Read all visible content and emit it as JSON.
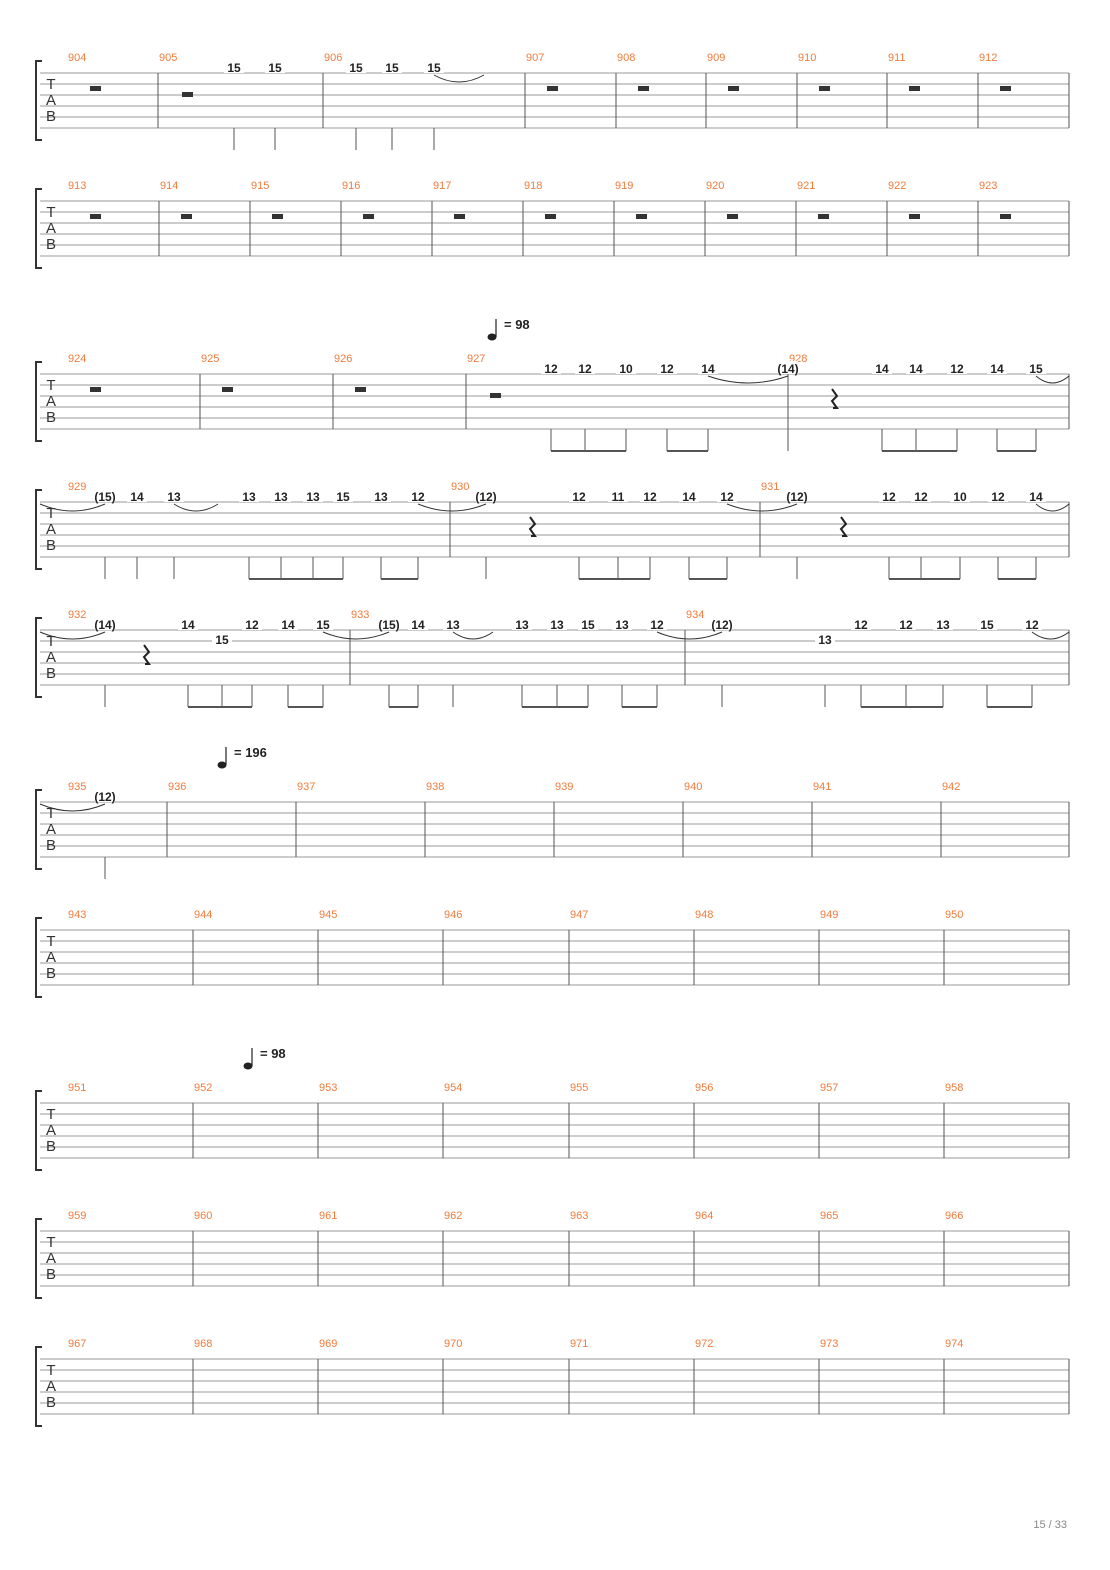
{
  "page": {
    "number": "15 / 33"
  },
  "colors": {
    "measure_number": "#f07c3c",
    "ink": "#222222",
    "staff": "#9a9a9a"
  },
  "tempo_markings": [
    {
      "label": "= 98",
      "system": 2,
      "before_measure": "927"
    },
    {
      "label": "= 196",
      "system": 5,
      "before_measure": "936"
    },
    {
      "label": "= 98",
      "system": 7,
      "before_measure": "952"
    }
  ],
  "systems": [
    {
      "measures": [
        "904",
        "905",
        "906",
        "907",
        "908",
        "909",
        "910",
        "911",
        "912"
      ],
      "notes": [
        {
          "t": "15",
          "m": "905"
        },
        {
          "t": "15",
          "m": "905"
        },
        {
          "t": "15",
          "m": "906"
        },
        {
          "t": "15",
          "m": "906"
        },
        {
          "t": "15",
          "m": "906"
        }
      ]
    },
    {
      "measures": [
        "913",
        "914",
        "915",
        "916",
        "917",
        "918",
        "919",
        "920",
        "921",
        "922",
        "923"
      ],
      "notes": []
    },
    {
      "measures": [
        "924",
        "925",
        "926",
        "927",
        "928"
      ],
      "notes": [
        {
          "t": "12"
        },
        {
          "t": "12"
        },
        {
          "t": "10"
        },
        {
          "t": "12"
        },
        {
          "t": "14"
        },
        {
          "t": "(14)"
        },
        {
          "t": "14"
        },
        {
          "t": "14"
        },
        {
          "t": "12"
        },
        {
          "t": "14"
        },
        {
          "t": "15"
        }
      ]
    },
    {
      "measures": [
        "929",
        "930",
        "931"
      ],
      "notes": [
        {
          "t": "(15)"
        },
        {
          "t": "14"
        },
        {
          "t": "13"
        },
        {
          "t": "13"
        },
        {
          "t": "13"
        },
        {
          "t": "13"
        },
        {
          "t": "15"
        },
        {
          "t": "13"
        },
        {
          "t": "12"
        },
        {
          "t": "(12)"
        },
        {
          "t": "12"
        },
        {
          "t": "11"
        },
        {
          "t": "12"
        },
        {
          "t": "14"
        },
        {
          "t": "12"
        },
        {
          "t": "(12)"
        },
        {
          "t": "12"
        },
        {
          "t": "12"
        },
        {
          "t": "10"
        },
        {
          "t": "12"
        },
        {
          "t": "14"
        }
      ]
    },
    {
      "measures": [
        "932",
        "933",
        "934"
      ],
      "notes": [
        {
          "t": "(14)"
        },
        {
          "t": "14"
        },
        {
          "t": "15"
        },
        {
          "t": "12"
        },
        {
          "t": "14"
        },
        {
          "t": "15"
        },
        {
          "t": "(15)"
        },
        {
          "t": "14"
        },
        {
          "t": "13"
        },
        {
          "t": "13"
        },
        {
          "t": "13"
        },
        {
          "t": "15"
        },
        {
          "t": "13"
        },
        {
          "t": "12"
        },
        {
          "t": "(12)"
        },
        {
          "t": "13"
        },
        {
          "t": "12"
        },
        {
          "t": "12"
        },
        {
          "t": "13"
        },
        {
          "t": "15"
        },
        {
          "t": "12"
        }
      ]
    },
    {
      "measures": [
        "935",
        "936",
        "937",
        "938",
        "939",
        "940",
        "941",
        "942"
      ],
      "notes": [
        {
          "t": "(12)"
        }
      ]
    },
    {
      "measures": [
        "943",
        "944",
        "945",
        "946",
        "947",
        "948",
        "949",
        "950"
      ],
      "notes": []
    },
    {
      "measures": [
        "951",
        "952",
        "953",
        "954",
        "955",
        "956",
        "957",
        "958"
      ],
      "notes": []
    },
    {
      "measures": [
        "959",
        "960",
        "961",
        "962",
        "963",
        "964",
        "965",
        "966"
      ],
      "notes": []
    },
    {
      "measures": [
        "967",
        "968",
        "969",
        "970",
        "971",
        "972",
        "973",
        "974"
      ],
      "notes": []
    }
  ],
  "clef": {
    "t": "T",
    "a": "A",
    "b": "B"
  }
}
